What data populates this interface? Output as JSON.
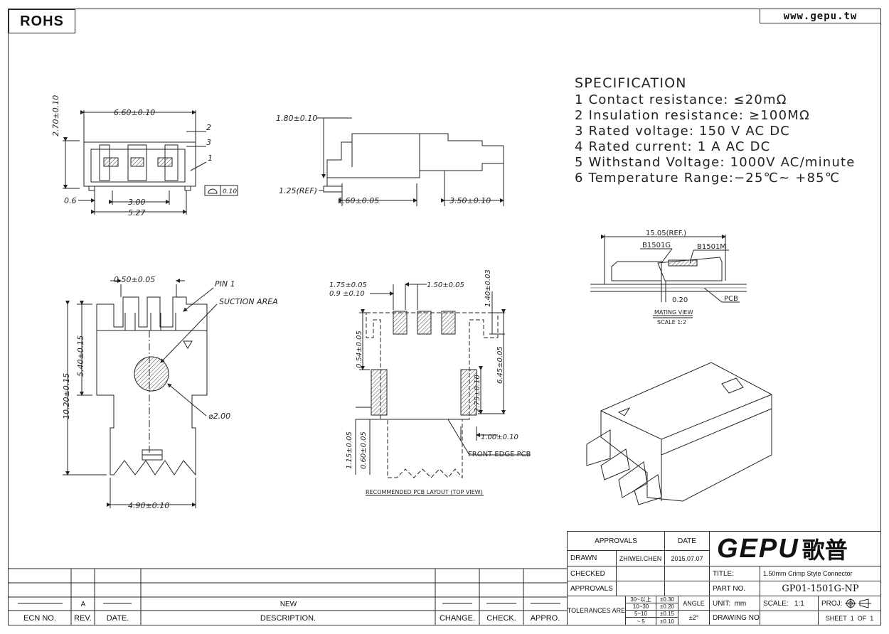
{
  "header": {
    "rohs": "ROHS",
    "website": "www.gepu.tw"
  },
  "specification": {
    "title": "SPECIFICATION",
    "items": [
      "1  Contact  resistance: ≤20mΩ",
      "2  Insulation  resistance: ≥100MΩ",
      "3  Rated  voltage: 150  V  AC  DC",
      "4  Rated  current: 1  A  AC  DC",
      "5  Withstand  Voltage: 1000V  AC/minute",
      "6  Temperature  Range:−25℃~  +85℃"
    ]
  },
  "views": {
    "front": {
      "d_height": "2.70±0.10",
      "d_width": "6.60±0.10",
      "d_pitch": "3.00",
      "d_total": "5.27",
      "d_edge": "0.6",
      "flatness_val": "0.10",
      "callouts": [
        "2",
        "3",
        "1"
      ]
    },
    "side": {
      "d_top": "1.80±0.10",
      "d_ref": "1.25(REF)",
      "d_left": "1.60±0.05",
      "d_right": "3.50±0.10"
    },
    "top": {
      "d_pin": "0.50±0.05",
      "pin1": "PIN 1",
      "suction": "SUCTION AREA",
      "d_body": "5.40±0.15",
      "d_total": "10.20±0.15",
      "d_hole": "⌀2.00",
      "d_width": "4.90±0.10"
    },
    "pcb_layout": {
      "d_175": "1.75±0.05",
      "d_09": "0.9 ±0.10",
      "d_150": "1.50±0.05",
      "d_140": "1.40±0.03",
      "d_054": "0.54±0.05",
      "d_645": "6.45±0.05",
      "d_275": "2.75±0.10",
      "d_100": "1.00±0.10",
      "d_115": "1.15±0.05",
      "d_060": "0.60±0.05",
      "front_edge": "FRONT EDGE PCB",
      "caption": "RECOMMENDED PCB LAYOUT (TOP VIEW)"
    },
    "mating": {
      "d_ref": "15.05(REF.)",
      "label_g": "B1501G",
      "label_m": "B1501M",
      "d_gap": "0.20",
      "pcb": "PCB",
      "caption": "MATING VIEW",
      "scale": "SCALE 1:2"
    }
  },
  "title_block": {
    "approvals_hdr": "APPROVALS",
    "date_hdr": "DATE",
    "drawn": "DRAWN",
    "drawn_by": "ZHIWEI.CHEN",
    "drawn_date": "2015.07.07",
    "checked": "CHECKED",
    "approvals": "APPROVALS",
    "logo": "GEPU",
    "logo_cn": "歌普",
    "title_lbl": "TITLE:",
    "title_val": "1.50mm Crimp Style Connector",
    "part_lbl": "PART NO.",
    "part_val": "GP01-1501G-NP",
    "tol_lbl": "TOLERANCES ARE",
    "tol_rows": [
      [
        "30~以上",
        "±0.30"
      ],
      [
        "10~30",
        "±0.20"
      ],
      [
        "5~10",
        "±0.15"
      ],
      [
        "~ 5",
        "±0.10"
      ]
    ],
    "angle_lbl": "ANGLE",
    "angle_val": "±2°",
    "unit_lbl": "UNIT:",
    "unit_val": "mm",
    "scale_lbl": "SCALE:",
    "scale_val": "1:1",
    "proj_lbl": "PROJ:",
    "drawing_lbl": "DRAWING NO.",
    "sheet_lbl": "SHEET",
    "sheet_val": "1",
    "of_lbl": "OF",
    "of_val": "1"
  },
  "revision_block": {
    "rev_val": "A",
    "new_val": "NEW",
    "h_ecn": "ECN NO.",
    "h_rev": "REV.",
    "h_date": "DATE.",
    "h_desc": "DESCRIPTION.",
    "h_change": "CHANGE.",
    "h_check": "CHECK.",
    "h_appro": "APPRO."
  }
}
